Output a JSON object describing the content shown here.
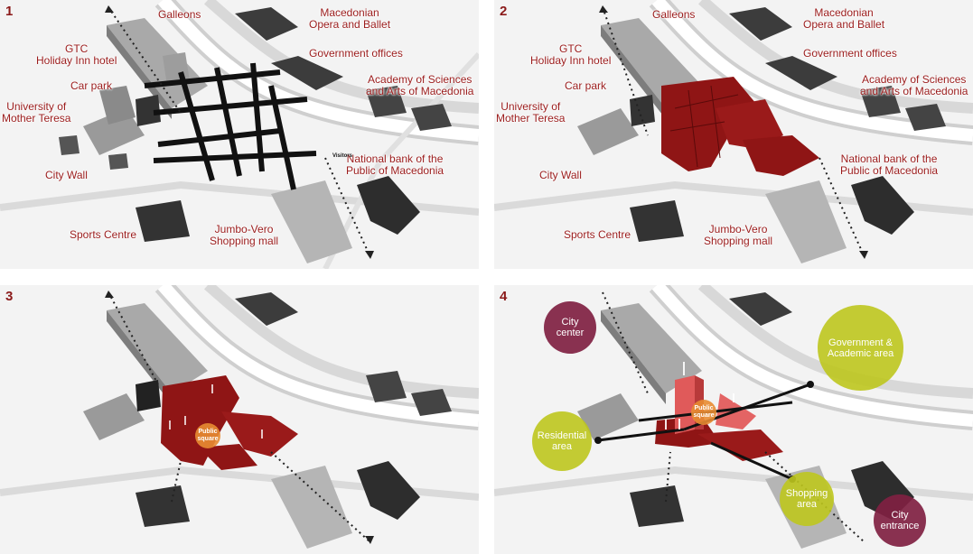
{
  "panels": [
    {
      "number": "1",
      "labels": {
        "galleons": "Galleons",
        "opera": "Macedonian\nOpera and Ballet",
        "gtc": "GTC\nHoliday Inn hotel",
        "government": "Government offices",
        "academy": "Academy of Sciences\nand Arts of Macedonia",
        "carpark": "Car park",
        "university": "University of\nMother Teresa",
        "citywall": "City Wall",
        "nationalbank": "National bank of the\nPublic of Macedonia",
        "sports": "Sports Centre",
        "jumbo": "Jumbo-Vero\nShopping mall"
      },
      "tiny_label": "Visitors"
    },
    {
      "number": "2",
      "labels": {
        "galleons": "Galleons",
        "opera": "Macedonian\nOpera and Ballet",
        "gtc": "GTC\nHoliday Inn hotel",
        "government": "Government offices",
        "academy": "Academy of Sciences\nand Arts of Macedonia",
        "carpark": "Car park",
        "university": "University of\nMother Teresa",
        "citywall": "City Wall",
        "nationalbank": "National bank of the\nPublic of Macedonia",
        "sports": "Sports Centre",
        "jumbo": "Jumbo-Vero\nShopping mall"
      }
    },
    {
      "number": "3",
      "public_square": "Public\nsquare"
    },
    {
      "number": "4",
      "public_square": "Public\nsquare",
      "zones": {
        "city_center": "City\ncenter",
        "gov_academic": "Government &\nAcademic area",
        "residential": "Residential\narea",
        "shopping": "Shopping\narea",
        "city_entrance": "City\nentrance"
      }
    }
  ],
  "colors": {
    "accent_red": "#9b1c1c",
    "block_red": "#8f1515",
    "olive": "#bec61e",
    "plum": "#802142",
    "orange": "#e88c32"
  }
}
